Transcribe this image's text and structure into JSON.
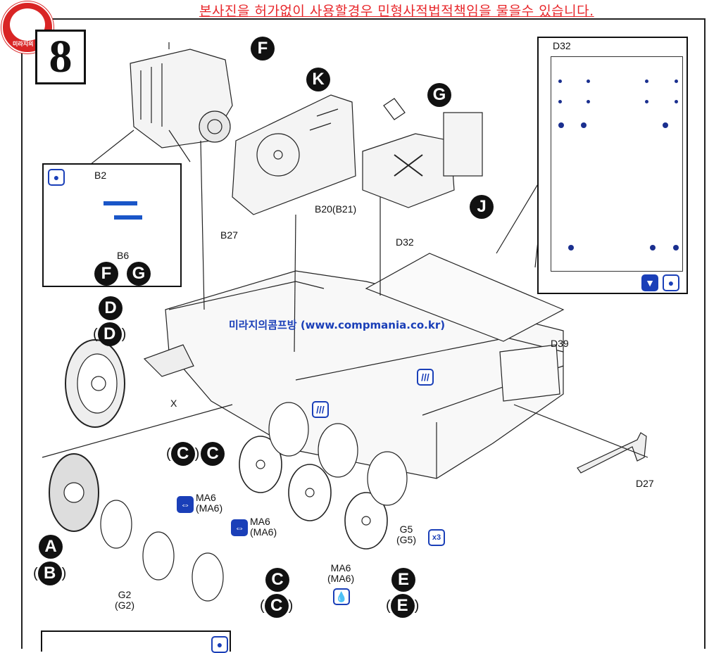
{
  "watermark": {
    "text": "본사진을 허가없이 사용할경우 민형사적법적책임을 물을수 있습니다.",
    "color": "#e8262a"
  },
  "logo": {
    "text": "미라지의 콤프방",
    "color": "#d92525"
  },
  "step": {
    "number": "8"
  },
  "site_credit": {
    "text": "미라지의콤프방 (www.compmania.co.kr)",
    "color": "#1a3fb8"
  },
  "subassemblies": [
    {
      "id": "F",
      "label": "F"
    },
    {
      "id": "K",
      "label": "K"
    },
    {
      "id": "G",
      "label": "G"
    },
    {
      "id": "J",
      "label": "J"
    },
    {
      "id": "D",
      "label": "D"
    },
    {
      "id": "D-alt",
      "label": "D"
    },
    {
      "id": "C1",
      "label": "C"
    },
    {
      "id": "C1-alt",
      "label": "C"
    },
    {
      "id": "A",
      "label": "A"
    },
    {
      "id": "B-alt",
      "label": "B"
    },
    {
      "id": "C2",
      "label": "C"
    },
    {
      "id": "C2-alt",
      "label": "C"
    },
    {
      "id": "E",
      "label": "E"
    },
    {
      "id": "E-alt",
      "label": "E"
    }
  ],
  "inset_engine": {
    "labels": {
      "b2": "B2",
      "b6": "B6",
      "f": "F",
      "g": "G"
    },
    "icon": "glue-icon"
  },
  "inset_floor": {
    "label": "D32",
    "icons": [
      "drill-hole-icon",
      "glue-icon"
    ]
  },
  "parts": {
    "b20": "B20(B21)",
    "b27": "B27",
    "d32": "D32",
    "d39": "D39",
    "d27": "D27",
    "x": "X",
    "ma6_1_a": "MA6",
    "ma6_1_b": "(MA6)",
    "ma6_2_a": "MA6",
    "ma6_2_b": "(MA6)",
    "ma6_3_a": "MA6",
    "ma6_3_b": "(MA6)",
    "g5_a": "G5",
    "g5_b": "(G5)",
    "g2_a": "G2",
    "g2_b": "(G2)"
  },
  "icons": {
    "x3_label": "x3",
    "brand_color": "#1a3fb8"
  }
}
